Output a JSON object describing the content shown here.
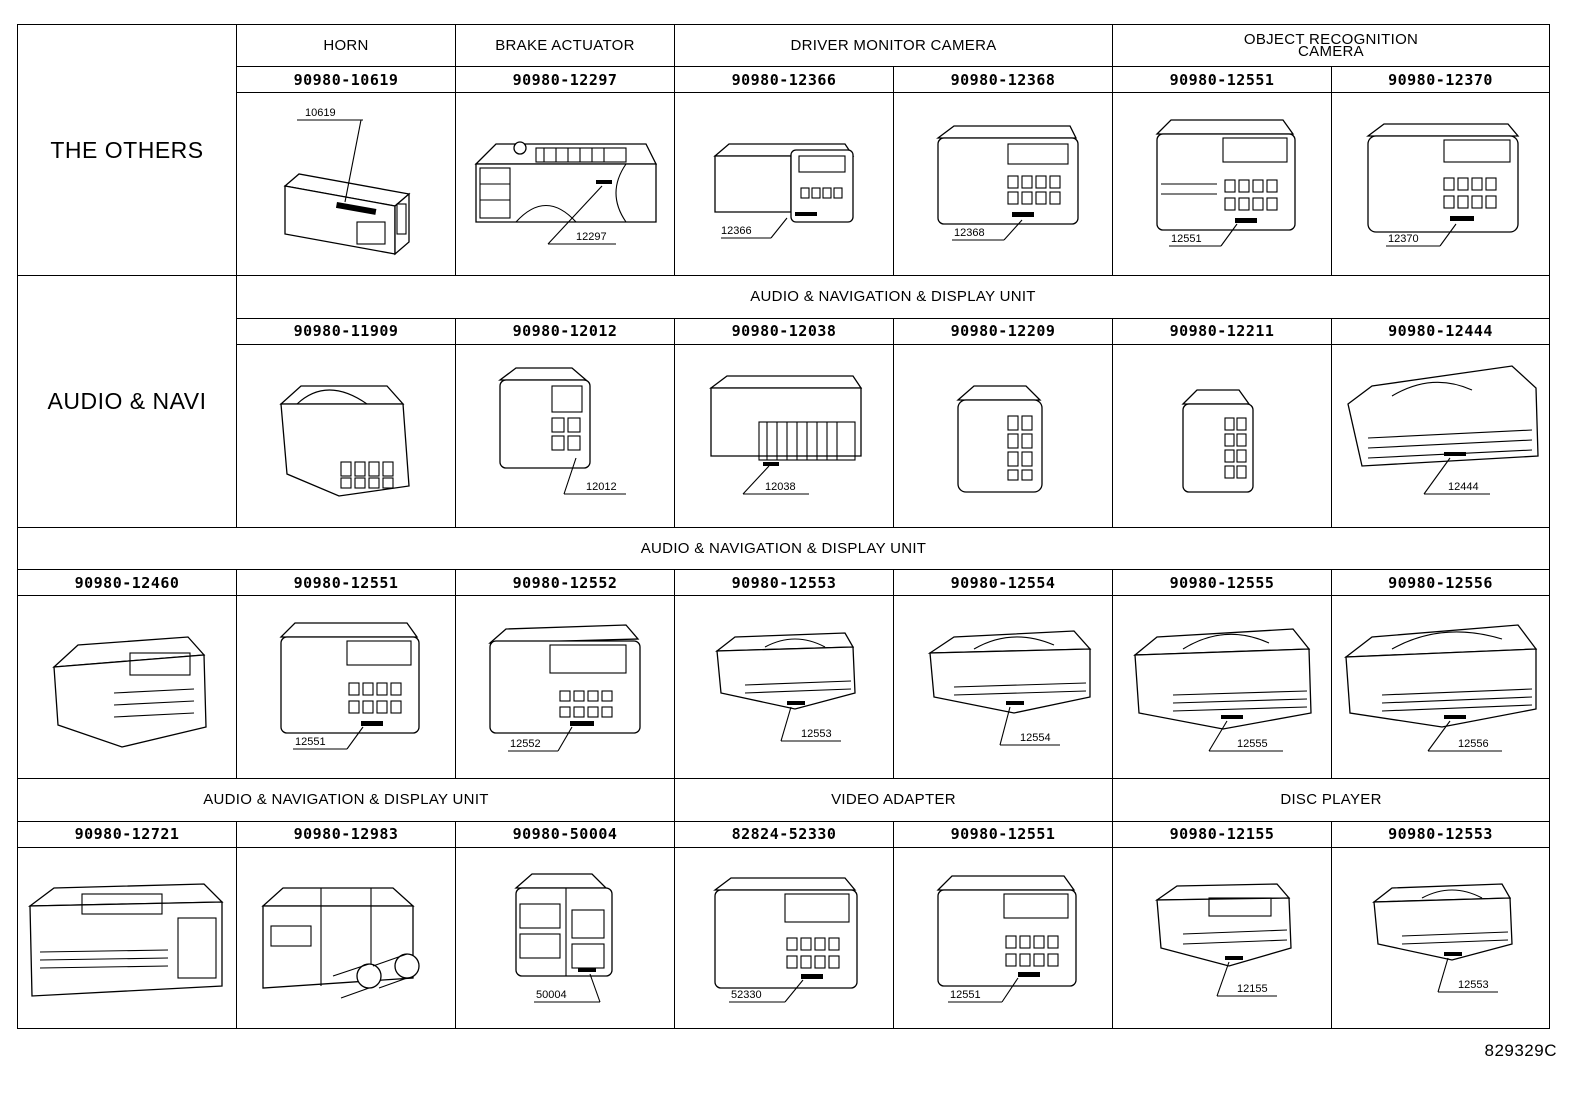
{
  "footer_code": "829329C",
  "sections": {
    "the_others": "THE OTHERS",
    "audio_navi": "AUDIO & NAVI"
  },
  "rows": {
    "r1": {
      "groups": [
        "HORN",
        "BRAKE ACTUATOR",
        "DRIVER MONITOR CAMERA",
        "OBJECT RECOGNITION\nCAMERA"
      ],
      "parts": [
        "90980-10619",
        "90980-12297",
        "90980-12366",
        "90980-12368",
        "90980-12551",
        "90980-12370"
      ],
      "callouts": [
        "10619",
        "12297",
        "12366",
        "12368",
        "12551",
        "12370"
      ]
    },
    "r2": {
      "group": "AUDIO & NAVIGATION & DISPLAY UNIT",
      "parts": [
        "90980-11909",
        "90980-12012",
        "90980-12038",
        "90980-12209",
        "90980-12211",
        "90980-12444"
      ],
      "callouts": [
        "",
        "12012",
        "12038",
        "",
        "",
        "12444"
      ]
    },
    "r3": {
      "group": "AUDIO & NAVIGATION & DISPLAY UNIT",
      "parts": [
        "90980-12460",
        "90980-12551",
        "90980-12552",
        "90980-12553",
        "90980-12554",
        "90980-12555",
        "90980-12556"
      ],
      "callouts": [
        "",
        "12551",
        "12552",
        "12553",
        "12554",
        "12555",
        "12556"
      ]
    },
    "r4": {
      "groups": [
        "AUDIO & NAVIGATION & DISPLAY UNIT",
        "VIDEO ADAPTER",
        "DISC PLAYER"
      ],
      "parts": [
        "90980-12721",
        "90980-12983",
        "90980-50004",
        "82824-52330",
        "90980-12551",
        "90980-12155",
        "90980-12553"
      ],
      "callouts": [
        "",
        "",
        "50004",
        "52330",
        "12551",
        "12155",
        "12553"
      ]
    }
  }
}
